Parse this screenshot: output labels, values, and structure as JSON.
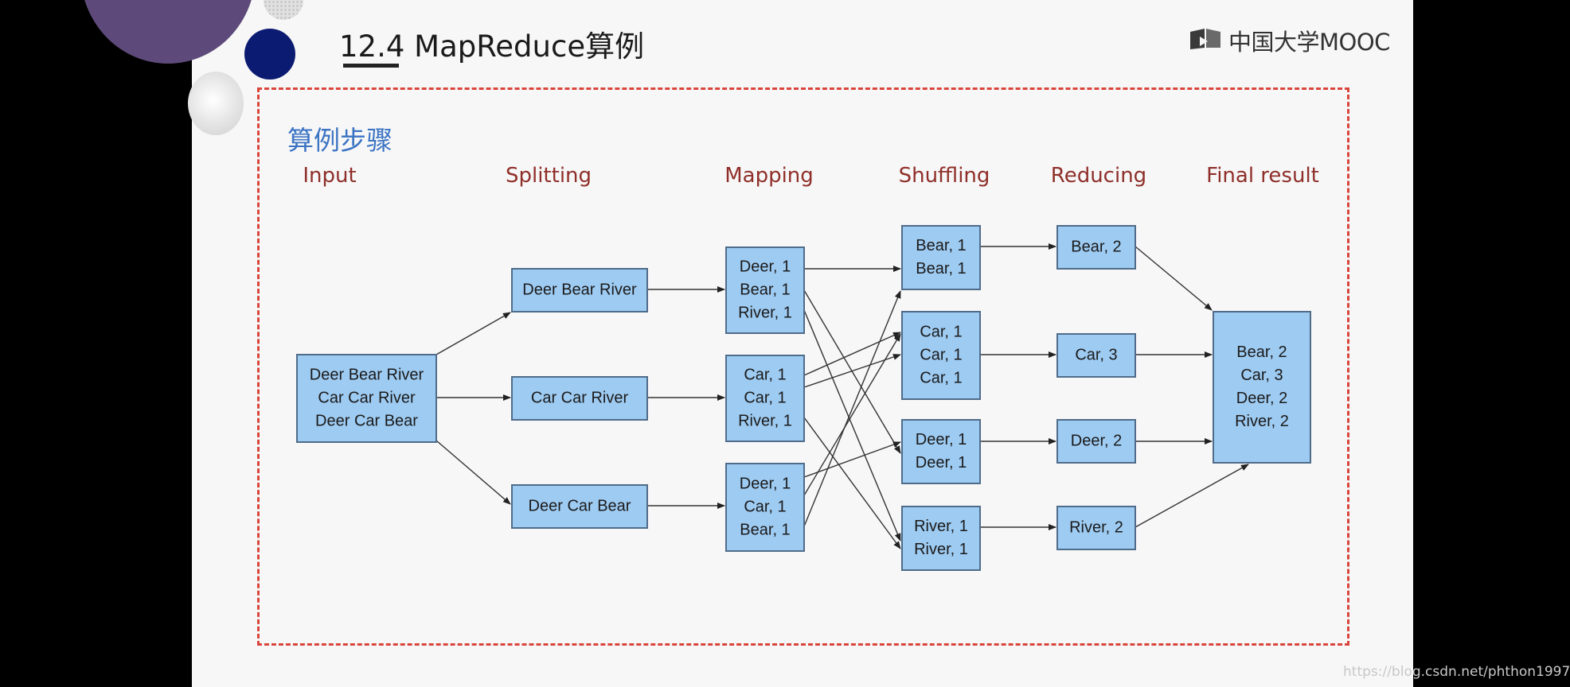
{
  "slide_title": "12.4  MapReduce算例",
  "logo": {
    "text": "中国大学MOOC",
    "icon": "mooc-book-icon"
  },
  "section_label": "算例步骤",
  "stages": [
    "Input",
    "Splitting",
    "Mapping",
    "Shuffling",
    "Reducing",
    "Final result"
  ],
  "nodes": {
    "input": [
      "Deer Bear River",
      "Car Car River",
      "Deer Car Bear"
    ],
    "split1": [
      "Deer Bear River"
    ],
    "split2": [
      "Car Car River"
    ],
    "split3": [
      "Deer Car Bear"
    ],
    "map1": [
      "Deer, 1",
      "Bear, 1",
      "River, 1"
    ],
    "map2": [
      "Car, 1",
      "Car, 1",
      "River, 1"
    ],
    "map3": [
      "Deer, 1",
      "Car, 1",
      "Bear, 1"
    ],
    "shuf_bear": [
      "Bear, 1",
      "Bear, 1"
    ],
    "shuf_car": [
      "Car, 1",
      "Car, 1",
      "Car, 1"
    ],
    "shuf_deer": [
      "Deer, 1",
      "Deer, 1"
    ],
    "shuf_river": [
      "River, 1",
      "River, 1"
    ],
    "red_bear": [
      "Bear, 2"
    ],
    "red_car": [
      "Car, 3"
    ],
    "red_deer": [
      "Deer, 2"
    ],
    "red_river": [
      "River, 2"
    ],
    "final": [
      "Bear, 2",
      "Car, 3",
      "Deer, 2",
      "River, 2"
    ]
  },
  "colors": {
    "box_fill": "#9ecbf2",
    "box_stroke": "#4f6c8a",
    "stage_text": "#8f2f2a",
    "frame": "#d9453b",
    "section": "#3b74c4"
  },
  "watermark": "https://blog.csdn.net/phthon1997"
}
